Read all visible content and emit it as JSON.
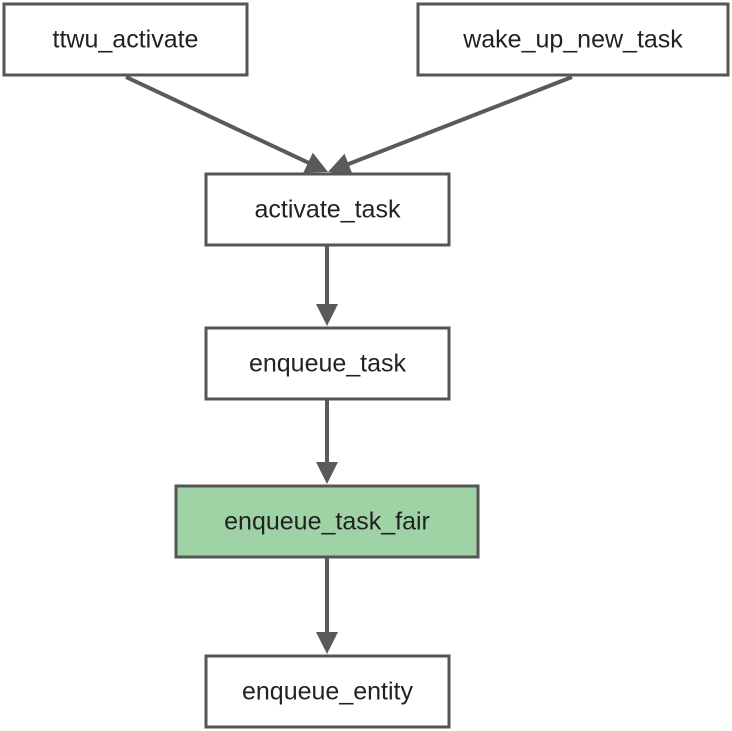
{
  "diagram": {
    "colors": {
      "node_fill": "#ffffff",
      "highlight_fill": "#9fd3a6",
      "border": "#555555",
      "edge": "#5a5a5a",
      "text": "#222222"
    },
    "nodes": [
      {
        "id": "ttwu_activate",
        "label": "ttwu_activate",
        "highlight": false
      },
      {
        "id": "wake_up_new_task",
        "label": "wake_up_new_task",
        "highlight": false
      },
      {
        "id": "activate_task",
        "label": "activate_task",
        "highlight": false
      },
      {
        "id": "enqueue_task",
        "label": "enqueue_task",
        "highlight": false
      },
      {
        "id": "enqueue_task_fair",
        "label": "enqueue_task_fair",
        "highlight": true
      },
      {
        "id": "enqueue_entity",
        "label": "enqueue_entity",
        "highlight": false
      }
    ],
    "edges": [
      {
        "from": "ttwu_activate",
        "to": "activate_task"
      },
      {
        "from": "wake_up_new_task",
        "to": "activate_task"
      },
      {
        "from": "activate_task",
        "to": "enqueue_task"
      },
      {
        "from": "enqueue_task",
        "to": "enqueue_task_fair"
      },
      {
        "from": "enqueue_task_fair",
        "to": "enqueue_entity"
      }
    ]
  }
}
